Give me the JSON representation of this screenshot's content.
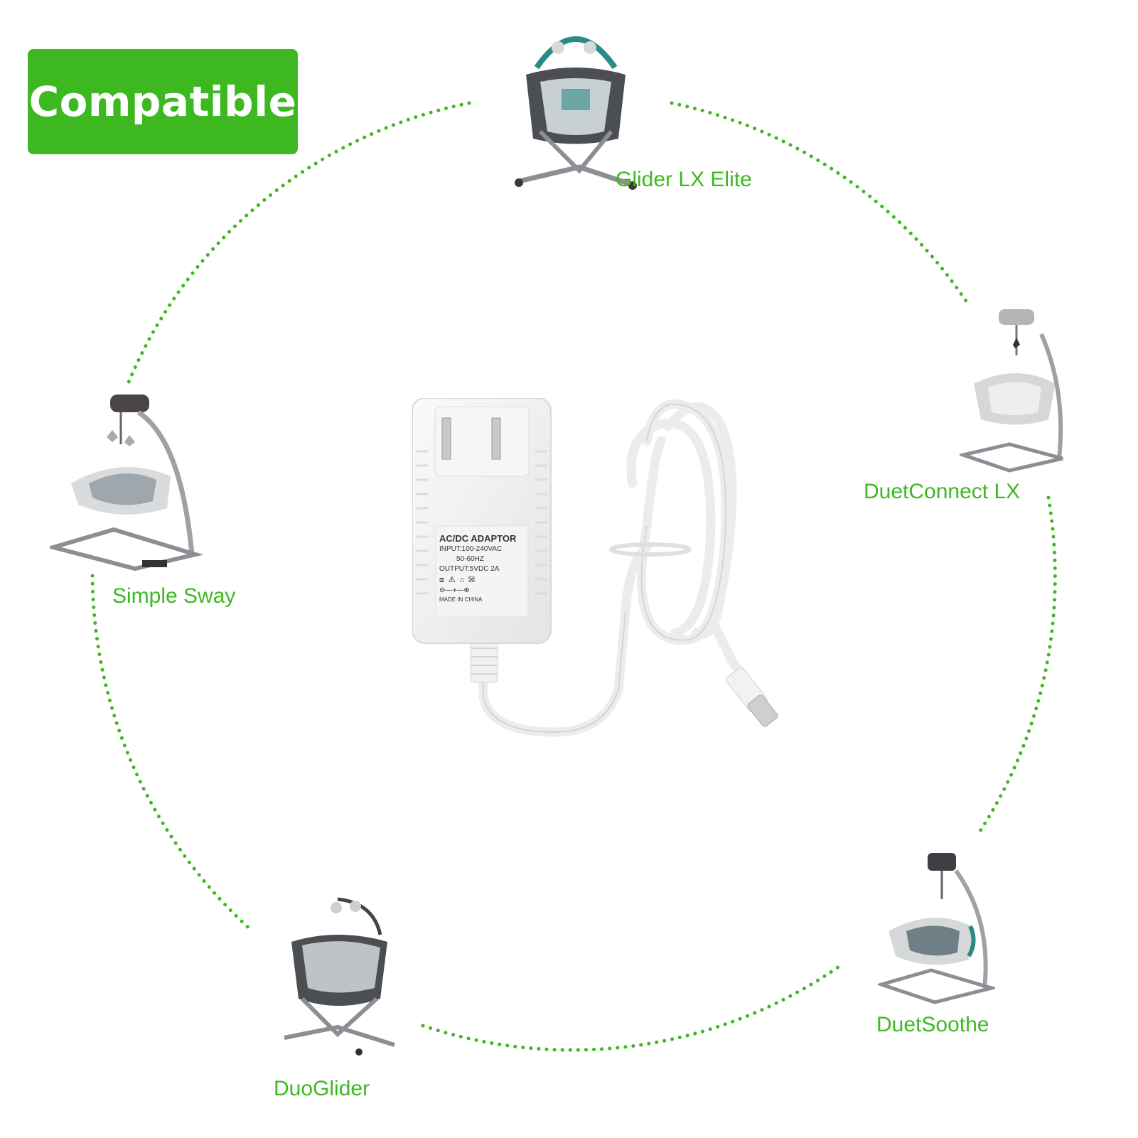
{
  "badge": {
    "text": "Compatible"
  },
  "products": [
    {
      "name": "Glider LX Elite",
      "icon": "glider-swing-icon"
    },
    {
      "name": "DuetConnect LX",
      "icon": "duet-swing-icon"
    },
    {
      "name": "Simple Sway",
      "icon": "simple-sway-swing-icon"
    },
    {
      "name": "DuetSoothe",
      "icon": "duet-soothe-swing-icon"
    },
    {
      "name": "DuoGlider",
      "icon": "duoglider-swing-icon"
    }
  ],
  "adapter": {
    "title": "AC/DC ADAPTOR",
    "input_line1": "INPUT:100-240VAC",
    "input_line2": "50-60HZ",
    "output": "OUTPUT:5VDC 2A",
    "origin": "MADE IN CHINA"
  },
  "colors": {
    "accent": "#3db821",
    "dots": "#3db821"
  }
}
